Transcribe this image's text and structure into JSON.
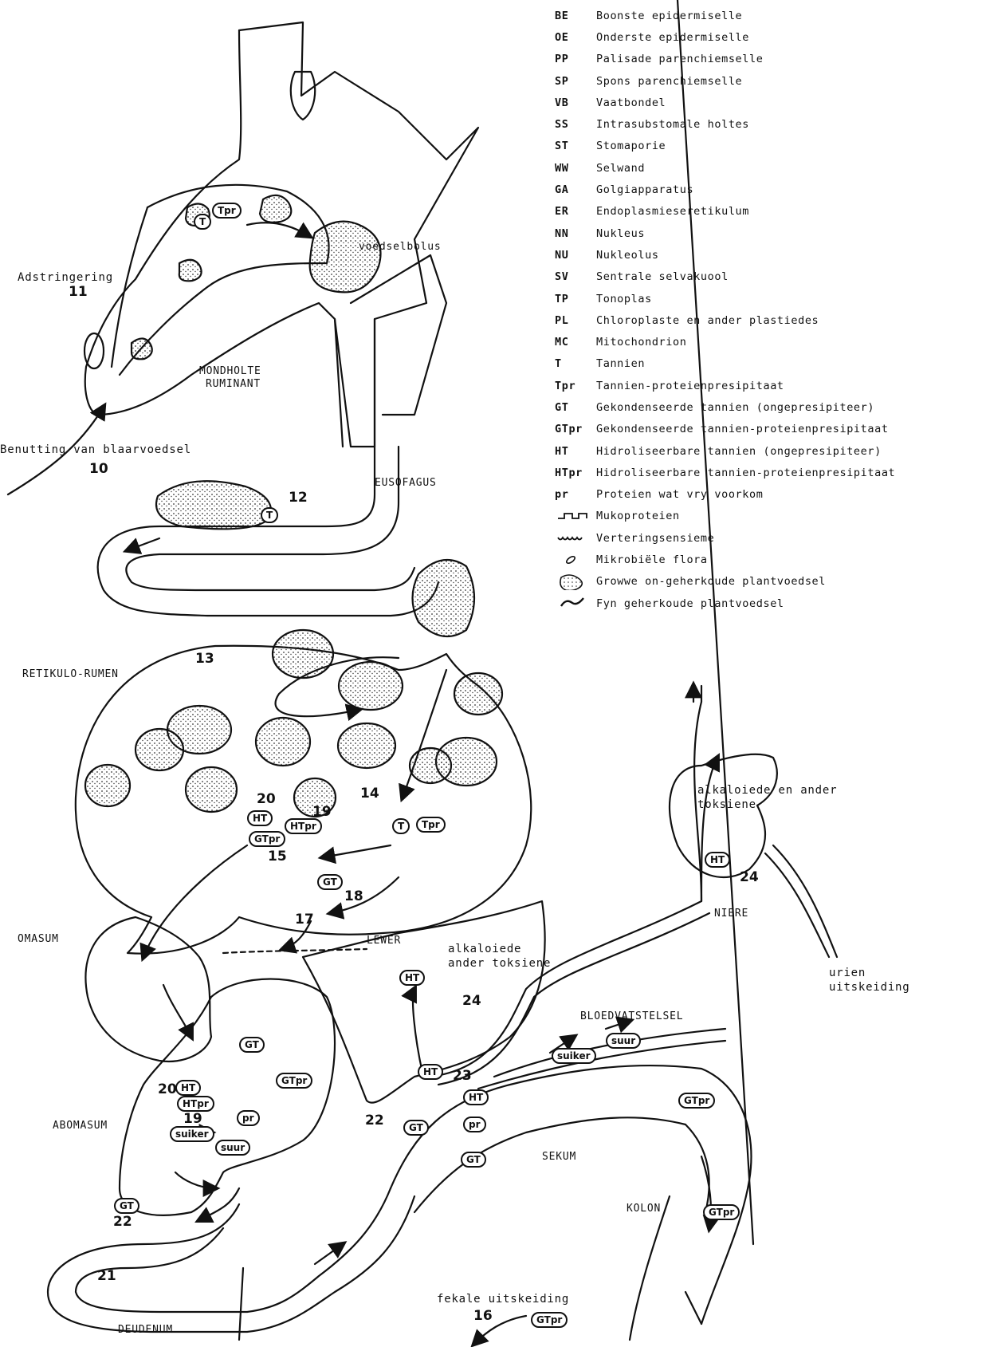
{
  "legend": [
    {
      "code": "BE",
      "text": "Boonste epidermiselle"
    },
    {
      "code": "OE",
      "text": "Onderste epidermiselle"
    },
    {
      "code": "PP",
      "text": "Palisade parenchiemselle"
    },
    {
      "code": "SP",
      "text": "Spons parenchiemselle"
    },
    {
      "code": "VB",
      "text": "Vaatbondel"
    },
    {
      "code": "SS",
      "text": "Intrasubstomale holtes"
    },
    {
      "code": "ST",
      "text": "Stomaporie"
    },
    {
      "code": "WW",
      "text": "Selwand"
    },
    {
      "code": "GA",
      "text": "Golgiapparatus"
    },
    {
      "code": "ER",
      "text": "Endoplasmieseretikulum"
    },
    {
      "code": "NN",
      "text": "Nukleus"
    },
    {
      "code": "NU",
      "text": "Nukleolus"
    },
    {
      "code": "SV",
      "text": "Sentrale selvakuool"
    },
    {
      "code": "TP",
      "text": "Tonoplas"
    },
    {
      "code": "PL",
      "text": "Chloroplaste en ander plastiedes"
    },
    {
      "code": "MC",
      "text": "Mitochondrion"
    },
    {
      "code": "T",
      "text": "Tannien"
    },
    {
      "code": "Tpr",
      "text": "Tannien-proteienpresipitaat"
    },
    {
      "code": "GT",
      "text": "Gekondenseerde tannien (ongepresipiteer)"
    },
    {
      "code": "GTpr",
      "text": "Gekondenseerde tannien-proteienpresipitaat"
    },
    {
      "code": "HT",
      "text": "Hidroliseerbare tannien (ongepresipiteer)"
    },
    {
      "code": "HTpr",
      "text": "Hidroliseerbare tannien-proteienpresipitaat"
    },
    {
      "code": "pr",
      "text": "Proteien wat vry voorkom"
    },
    {
      "code": "",
      "symbol": "mucoprotein",
      "text": "Mukoproteien"
    },
    {
      "code": "",
      "symbol": "enzymes",
      "text": "Verteringsensieme"
    },
    {
      "code": "",
      "symbol": "microbe",
      "text": "Mikrobiële flora"
    },
    {
      "code": "",
      "symbol": "coarse",
      "text": "Growwe on-geherkoude plantvoedsel"
    },
    {
      "code": "",
      "symbol": "fine",
      "text": "Fyn geherkoude plantvoedsel"
    }
  ],
  "labels": {
    "adstringering": "Adstringering",
    "mondholte": "MONDHOLTE",
    "ruminant": "RUMINANT",
    "voedselbolus": "voedselbolus",
    "benutting": "Benutting van blaarvoedsel",
    "eusofagus": "EUSOFAGUS",
    "retikulo_rumen": "RETIKULO-RUMEN",
    "omasum": "OMASUM",
    "abomasum": "ABOMASUM",
    "deudenum": "DEUDENUM",
    "lewer": "LEWER",
    "alkaloiede_lewer_1": "alkaloiede",
    "alkaloiede_lewer_2": "ander toksiene",
    "alkaloiede_niere_1": "alkaloiede en ander",
    "alkaloiede_niere_2": "toksiene",
    "niere": "NIERE",
    "urien_1": "urien",
    "urien_2": "uitskeiding",
    "bloedvatstelsel": "BLOEDVATSTELSEL",
    "sekum": "SEKUM",
    "kolon": "KOLON",
    "fekale": "fekale uitskeiding"
  },
  "numbers": {
    "n10": "10",
    "n11": "11",
    "n12": "12",
    "n13": "13",
    "n14": "14",
    "n15": "15",
    "n16": "16",
    "n17": "17",
    "n18": "18",
    "n19": "19",
    "n19b": "19",
    "n20": "20",
    "n20b": "20",
    "n21": "21",
    "n22": "22",
    "n22b": "22",
    "n23": "23",
    "n24": "24",
    "n24b": "24"
  },
  "pills": {
    "t_mouth": "T",
    "tpr_mouth": "Tpr",
    "t_esoph": "T",
    "ht_rumen": "HT",
    "htpr_rumen": "HTpr",
    "gtpr_rumen": "GTpr",
    "t_rumen": "T",
    "tpr_rumen": "Tpr",
    "gt_rumen": "GT",
    "gt_abom": "GT",
    "gtpr_abom": "GTpr",
    "ht_abom": "HT",
    "htpr_abom": "HTpr",
    "pr_abom": "pr",
    "suiker_abom": "suiker",
    "suur_abom": "suur",
    "gt_duod": "GT",
    "ht_liver": "HT",
    "ht_liver2": "HT",
    "ht_gut": "HT",
    "gt_gut": "GT",
    "pr_gut": "pr",
    "gt_gut2": "GT",
    "suiker_gut": "suiker",
    "suur_gut": "suur",
    "gtpr_colon": "GTpr",
    "gtpr_colon2": "GTpr",
    "gtpr_fec": "GTpr",
    "ht_kidney": "HT"
  }
}
